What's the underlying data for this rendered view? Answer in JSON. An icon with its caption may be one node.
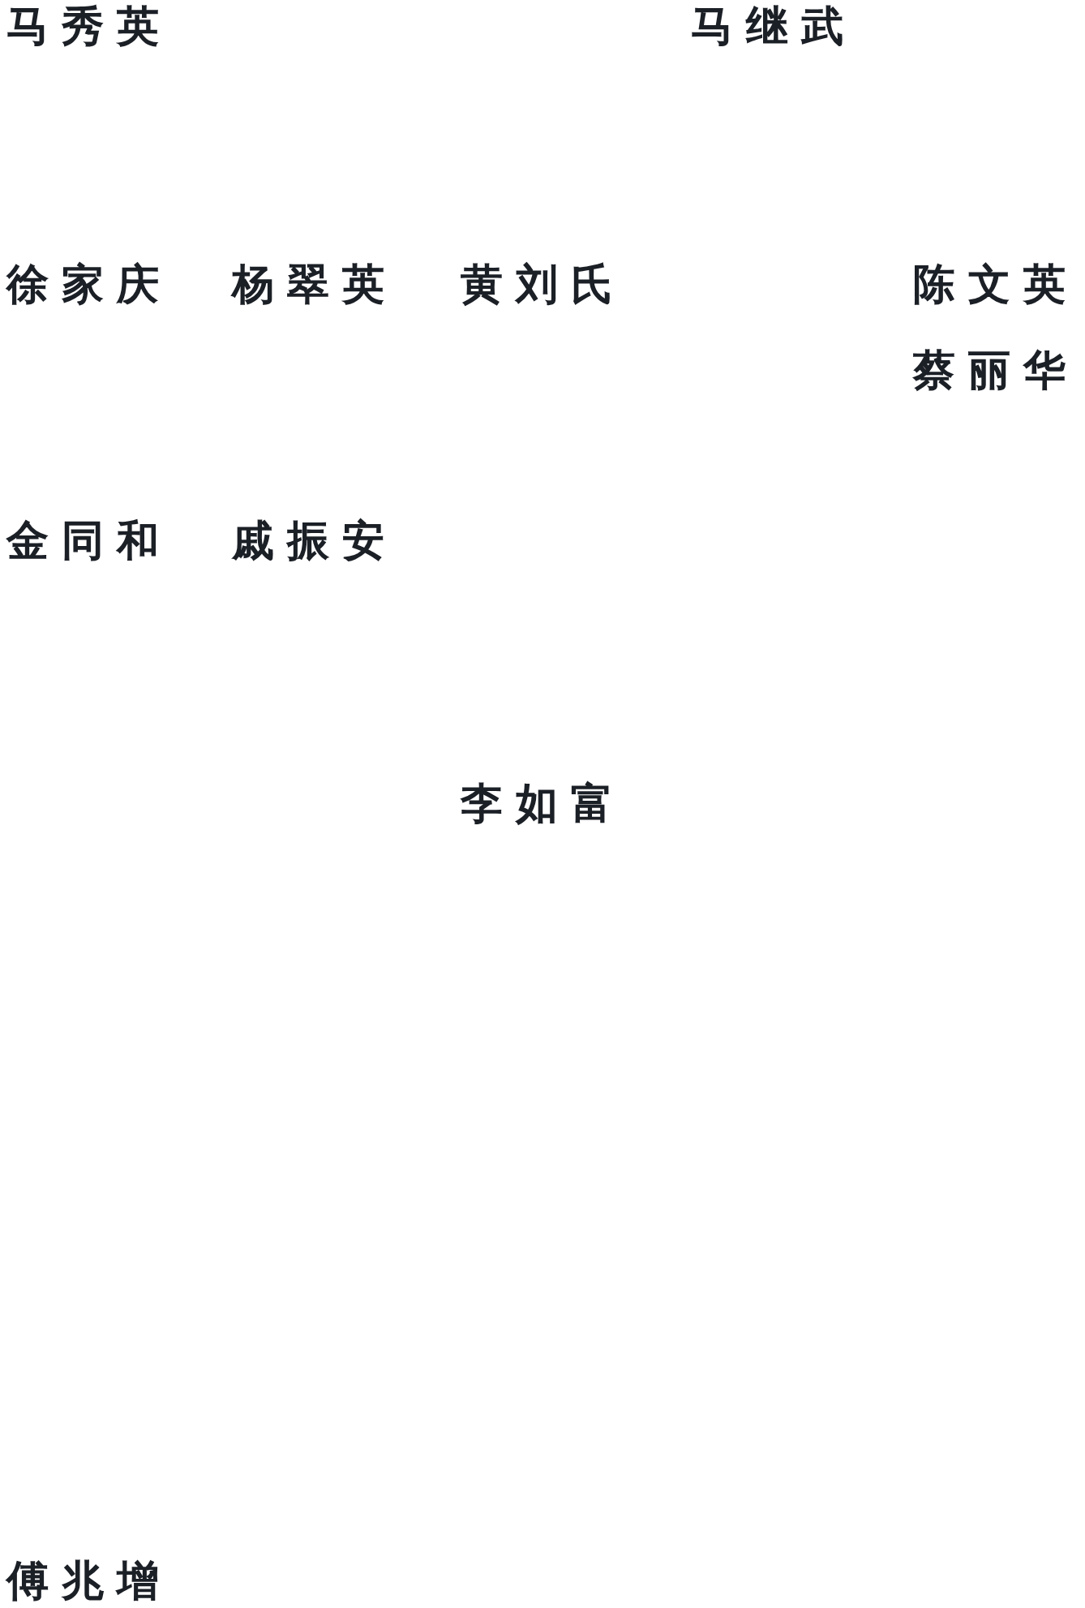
{
  "diagram": {
    "labels": [
      "马秀英",
      "马继武",
      "徐家庆",
      "杨翠英",
      "黄刘氏",
      "陈文英",
      "蔡丽华",
      "金同和",
      "戚振安",
      "李如富",
      "傅兆增"
    ]
  }
}
